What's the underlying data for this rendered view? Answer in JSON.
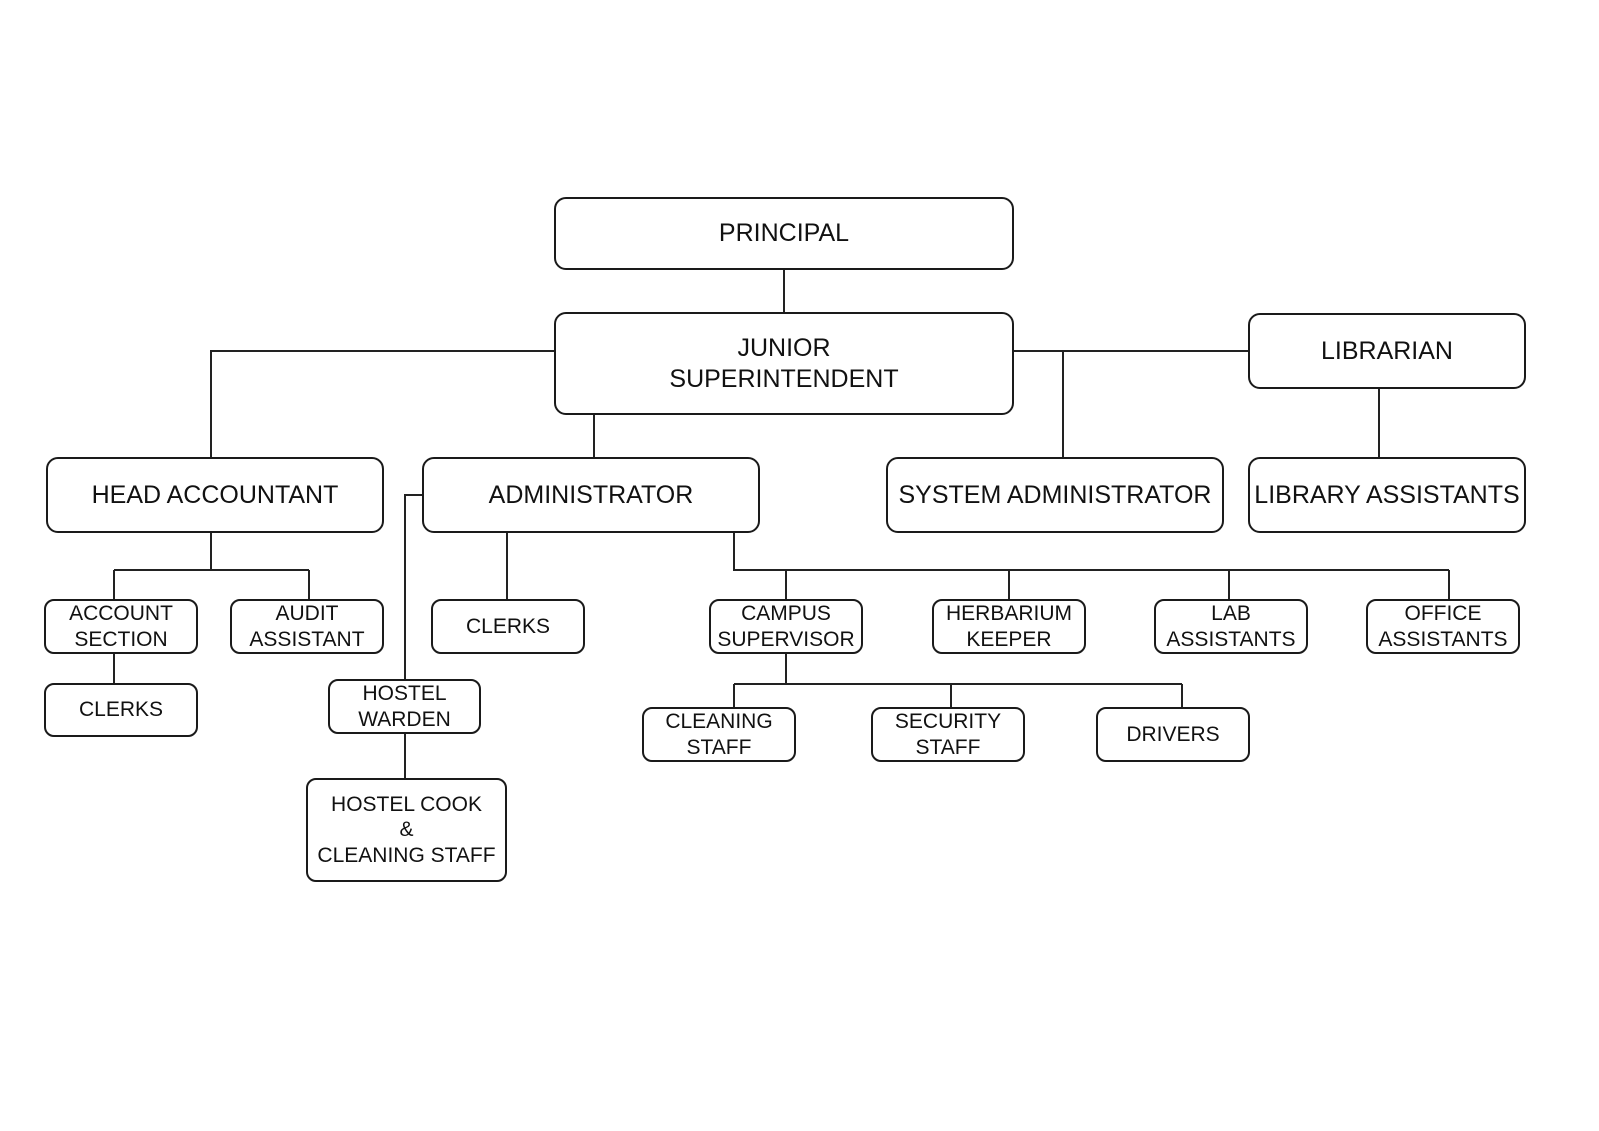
{
  "nodes": {
    "principal": "PRINCIPAL",
    "junior_superintendent": "JUNIOR\nSUPERINTENDENT",
    "librarian": "LIBRARIAN",
    "head_accountant": "HEAD ACCOUNTANT",
    "administrator": "ADMINISTRATOR",
    "system_administrator": "SYSTEM ADMINISTRATOR",
    "library_assistants": "LIBRARY ASSISTANTS",
    "account_section": "ACCOUNT\nSECTION",
    "audit_assistant": "AUDIT\nASSISTANT",
    "clerks_admin": "CLERKS",
    "campus_supervisor": "CAMPUS\nSUPERVISOR",
    "herbarium_keeper": "HERBARIUM\nKEEPER",
    "lab_assistants": "LAB\nASSISTANTS",
    "office_assistants": "OFFICE\nASSISTANTS",
    "clerks_accounts": "CLERKS",
    "hostel_warden": "HOSTEL\nWARDEN",
    "hostel_cook": "HOSTEL COOK\n&\nCLEANING STAFF",
    "cleaning_staff": "CLEANING\nSTAFF",
    "security_staff": "SECURITY\nSTAFF",
    "drivers": "DRIVERS"
  }
}
